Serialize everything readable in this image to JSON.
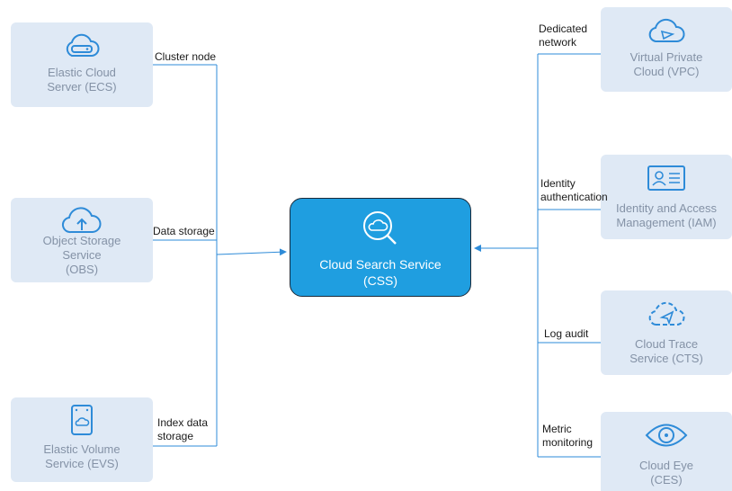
{
  "colors": {
    "line": "#2e8bd8",
    "box_bg": "#dfe9f5",
    "box_text": "#8492a6",
    "center_bg": "#1f9ee0",
    "icon": "#2e8bd8"
  },
  "center": {
    "name": "Cloud Search Service\n(CSS)",
    "icon": "search-cloud-icon"
  },
  "left_services": [
    {
      "name": "Elastic Cloud\nServer (ECS)",
      "icon": "server-cloud-icon",
      "relation": "Cluster node"
    },
    {
      "name": "Object Storage\nService\n(OBS)",
      "icon": "cloud-upload-icon",
      "relation": "Data storage"
    },
    {
      "name": "Elastic Volume\nService (EVS)",
      "icon": "disk-icon",
      "relation": "Index data\nstorage"
    }
  ],
  "right_services": [
    {
      "name": "Virtual Private\nCloud (VPC)",
      "icon": "vpc-cloud-icon",
      "relation": "Dedicated\nnetwork"
    },
    {
      "name": "Identity and Access\nManagement (IAM)",
      "icon": "id-card-icon",
      "relation": "Identity\nauthentication"
    },
    {
      "name": "Cloud Trace\nService (CTS)",
      "icon": "trace-cloud-icon",
      "relation": "Log audit"
    },
    {
      "name": "Cloud Eye\n(CES)",
      "icon": "eye-icon",
      "relation": "Metric\nmonitoring"
    }
  ]
}
